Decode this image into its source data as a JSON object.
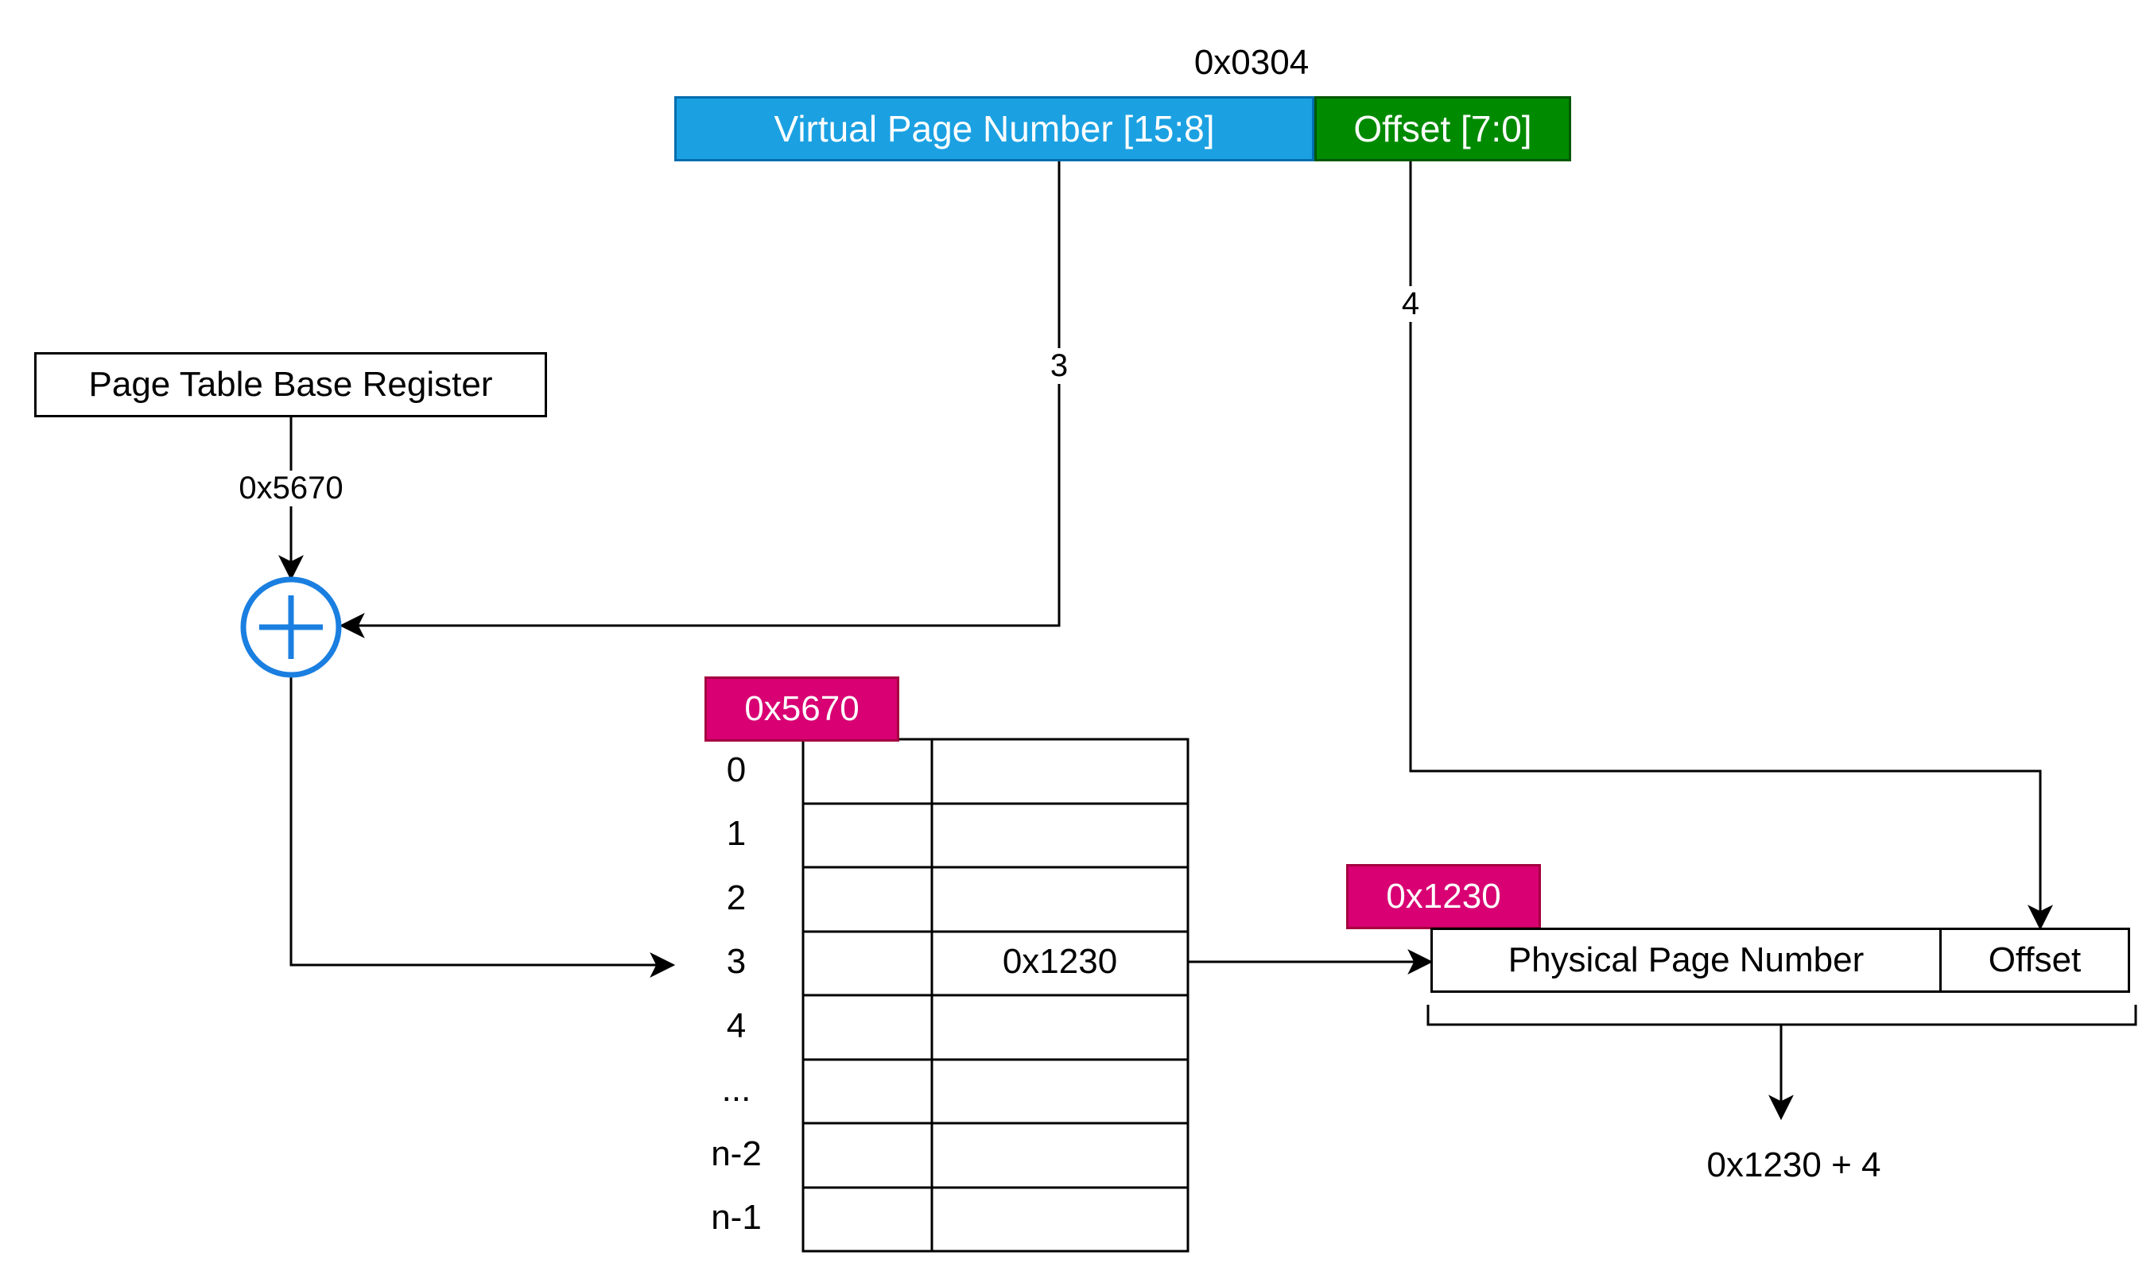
{
  "virtual_address": {
    "value": "0x0304",
    "vpn_label": "Virtual Page Number  [15:8]",
    "offset_label": "Offset  [7:0]",
    "vpn_value": "3",
    "offset_value": "4"
  },
  "page_table_base_register": {
    "label": "Page Table Base Register",
    "value": "0x5670"
  },
  "page_table": {
    "base_tag": "0x5670",
    "rows": [
      {
        "index": "0",
        "entry": ""
      },
      {
        "index": "1",
        "entry": ""
      },
      {
        "index": "2",
        "entry": ""
      },
      {
        "index": "3",
        "entry": "0x1230"
      },
      {
        "index": "4",
        "entry": ""
      },
      {
        "index": "...",
        "entry": ""
      },
      {
        "index": "n-2",
        "entry": ""
      },
      {
        "index": "n-1",
        "entry": ""
      }
    ]
  },
  "physical_address": {
    "tag": "0x1230",
    "ppn_label": "Physical Page Number",
    "offset_label": "Offset",
    "result": "0x1230 + 4"
  },
  "colors": {
    "vpn_fill": "#1ba1e2",
    "offset_fill": "#008a00",
    "tag_fill": "#d80073",
    "adder_stroke": "#1a7fe0"
  }
}
